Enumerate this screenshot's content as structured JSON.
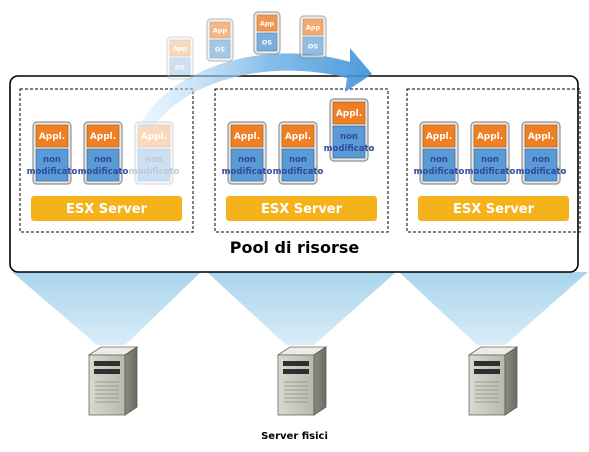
{
  "pool": {
    "label": "Pool di risorse"
  },
  "hosts": [
    {
      "server_label": "ESX Server",
      "vms": [
        {
          "app": "Appl.",
          "os": "non modificato",
          "state": "normal"
        },
        {
          "app": "Appl.",
          "os": "non modificato",
          "state": "normal"
        },
        {
          "app": "Appl.",
          "os": "non modificato",
          "state": "faded"
        }
      ]
    },
    {
      "server_label": "ESX Server",
      "vms": [
        {
          "app": "Appl.",
          "os": "non modificato",
          "state": "normal"
        },
        {
          "app": "Appl.",
          "os": "non modificato",
          "state": "normal"
        },
        {
          "app": "Appl.",
          "os": "non modificato",
          "state": "raised"
        }
      ]
    },
    {
      "server_label": "ESX Server",
      "vms": [
        {
          "app": "Appl.",
          "os": "non modificato",
          "state": "normal"
        },
        {
          "app": "Appl.",
          "os": "non modificato",
          "state": "normal"
        },
        {
          "app": "Appl.",
          "os": "non modificato",
          "state": "normal"
        }
      ]
    }
  ],
  "migration": {
    "vms": [
      {
        "app": "App",
        "os": "OS"
      },
      {
        "app": "App",
        "os": "OS"
      },
      {
        "app": "App",
        "os": "OS"
      },
      {
        "app": "App",
        "os": "OS"
      }
    ]
  },
  "physical": {
    "label": "Server fisici",
    "count": 3
  },
  "colors": {
    "app": "#ee7f22",
    "os": "#5b9bd5",
    "os_text": "#2e4a9e",
    "server_bar": "#f6b21b",
    "beam": "#a9d4ec",
    "arrow": "#3b8fd8",
    "vm_border": "#8f8f8f"
  }
}
